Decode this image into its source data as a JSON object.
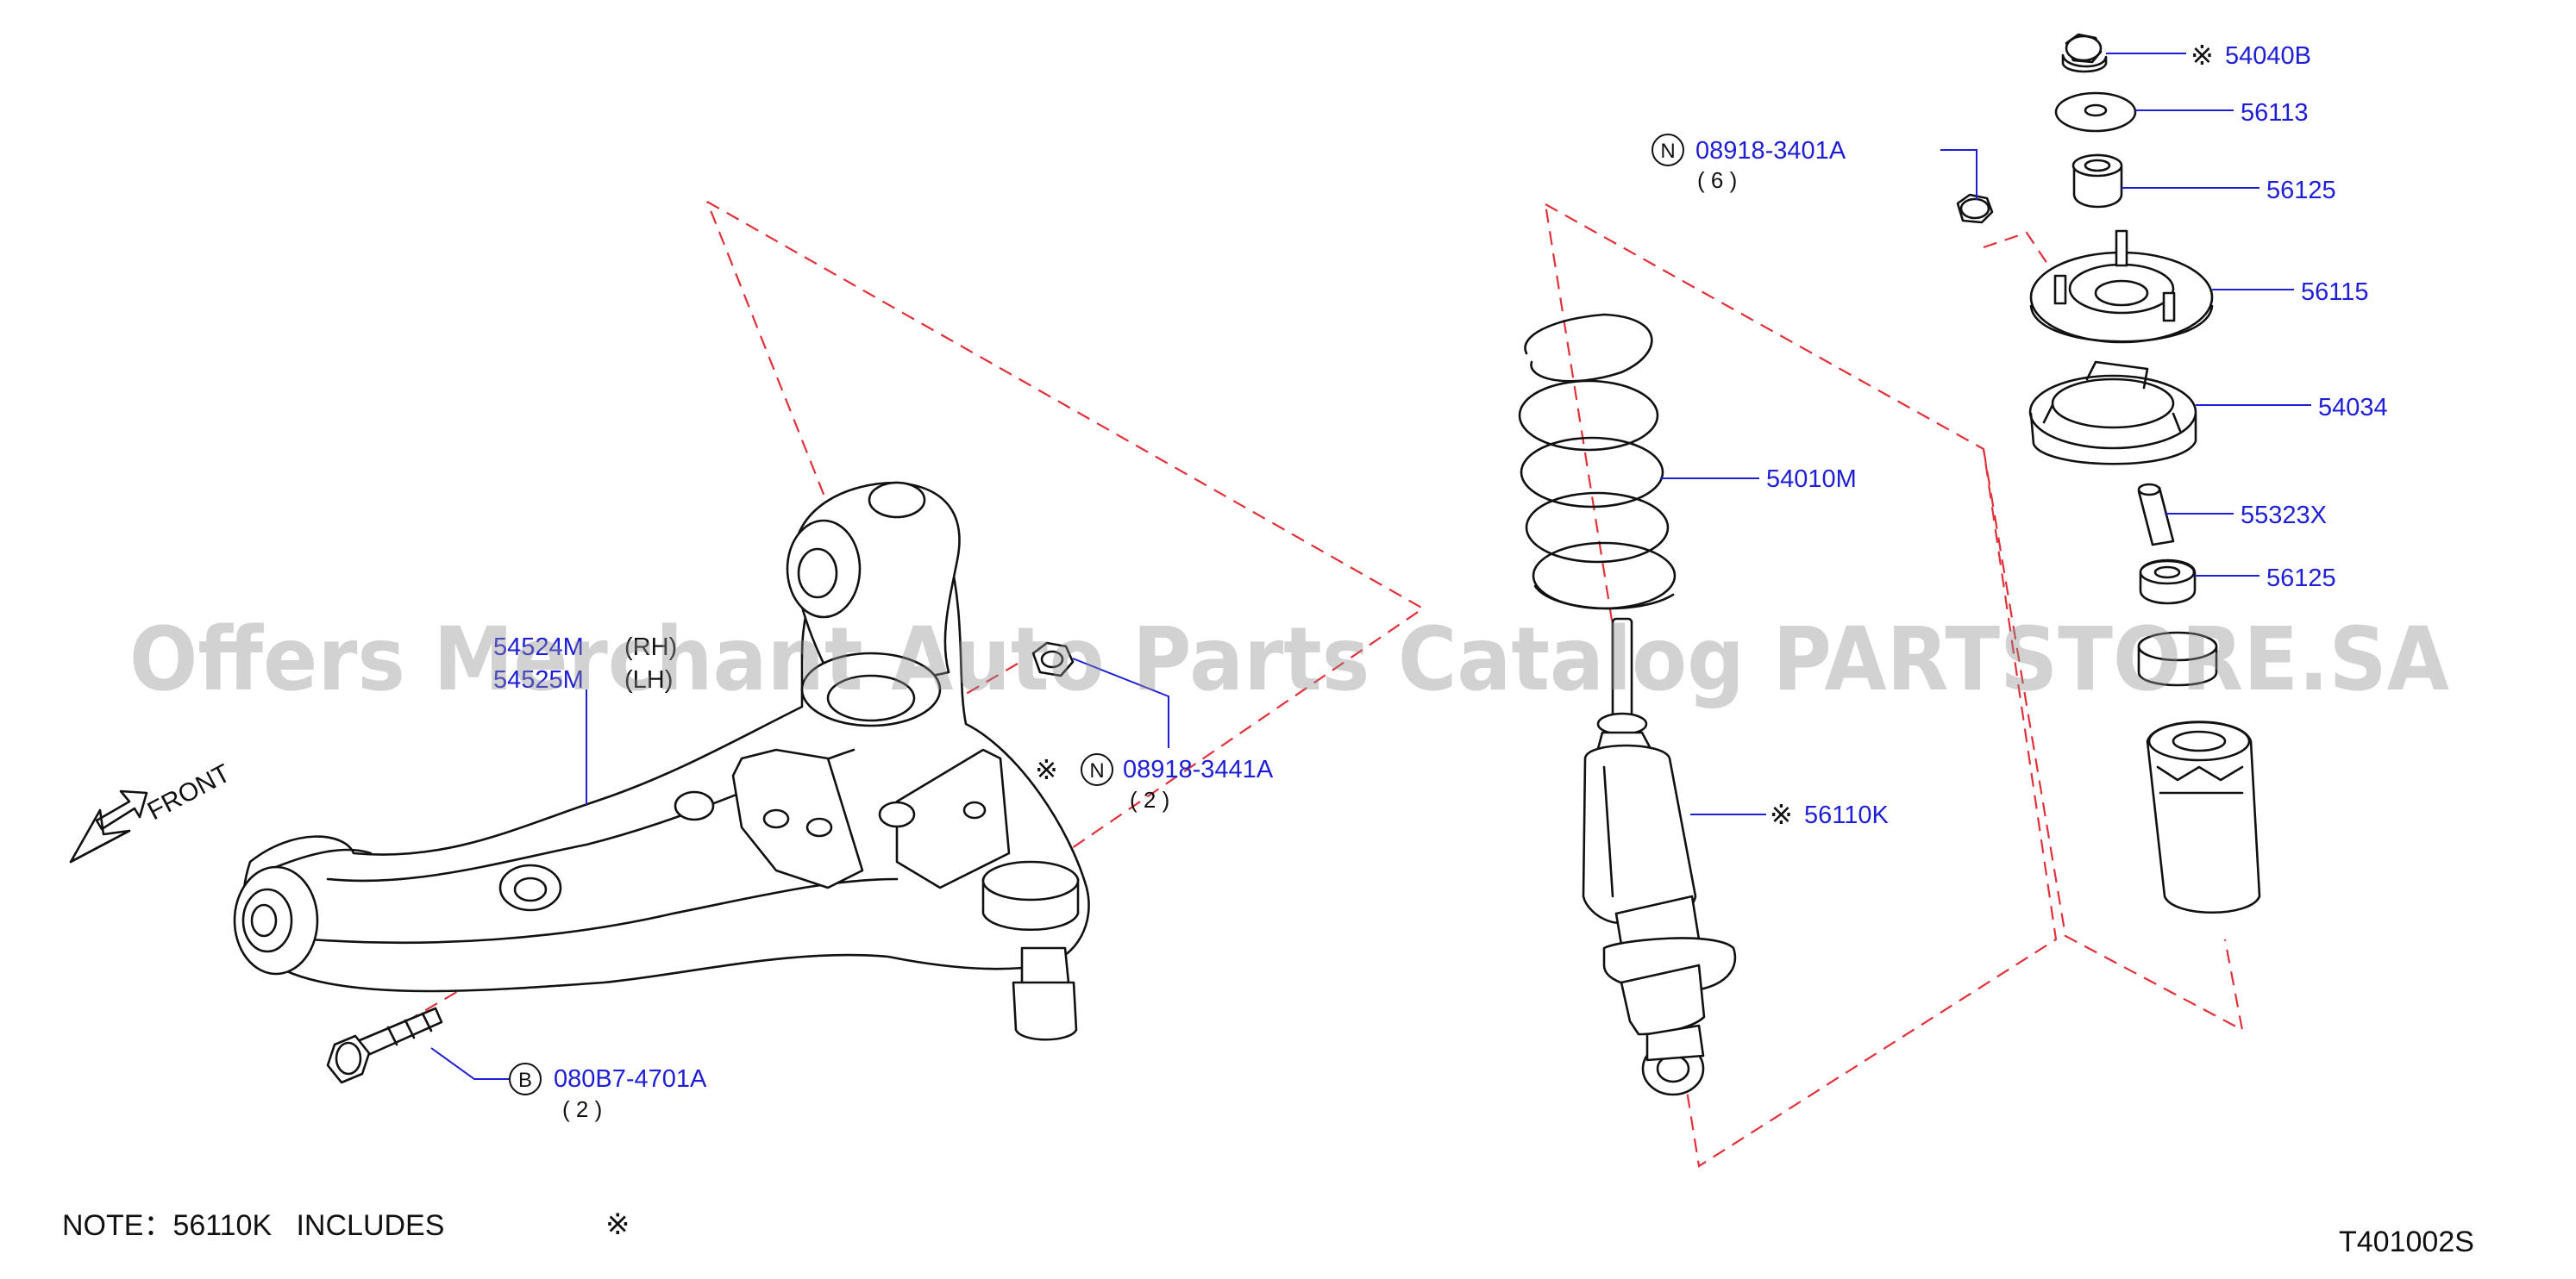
{
  "callouts": {
    "upper_arm_rh": "54524M",
    "upper_arm_lh": "54525M",
    "upper_arm_rh_side": "(RH)",
    "upper_arm_lh_side": "(LH)",
    "nut_front": "08918-3441A",
    "nut_front_qty": "( 2 )",
    "nut_front_badge": "N",
    "bolt": "080B7-4701A",
    "bolt_qty": "( 2 )",
    "bolt_badge": "B",
    "nut_top": "08918-3401A",
    "nut_top_qty": "( 6 )",
    "nut_top_badge": "N",
    "spring": "54010M",
    "strut": "56110K",
    "nut_upper": "54040B",
    "washer": "56113",
    "bushing_upper": "56125",
    "mount": "56115",
    "seat": "54034",
    "spacer": "55323X",
    "bushing_lower": "56125"
  },
  "marks": {
    "asterisk": "※"
  },
  "front_label": "FRONT",
  "note": {
    "text": "NOTE：56110K   INCLUDES"
  },
  "drawing_code": "T401002S",
  "watermark": "Offers Merchant Auto Parts Catalog PARTSTORE.SA",
  "colors": {
    "callout_blue": "#1e1ed6",
    "dash_red": "#e0303a",
    "line_black": "#111111"
  }
}
